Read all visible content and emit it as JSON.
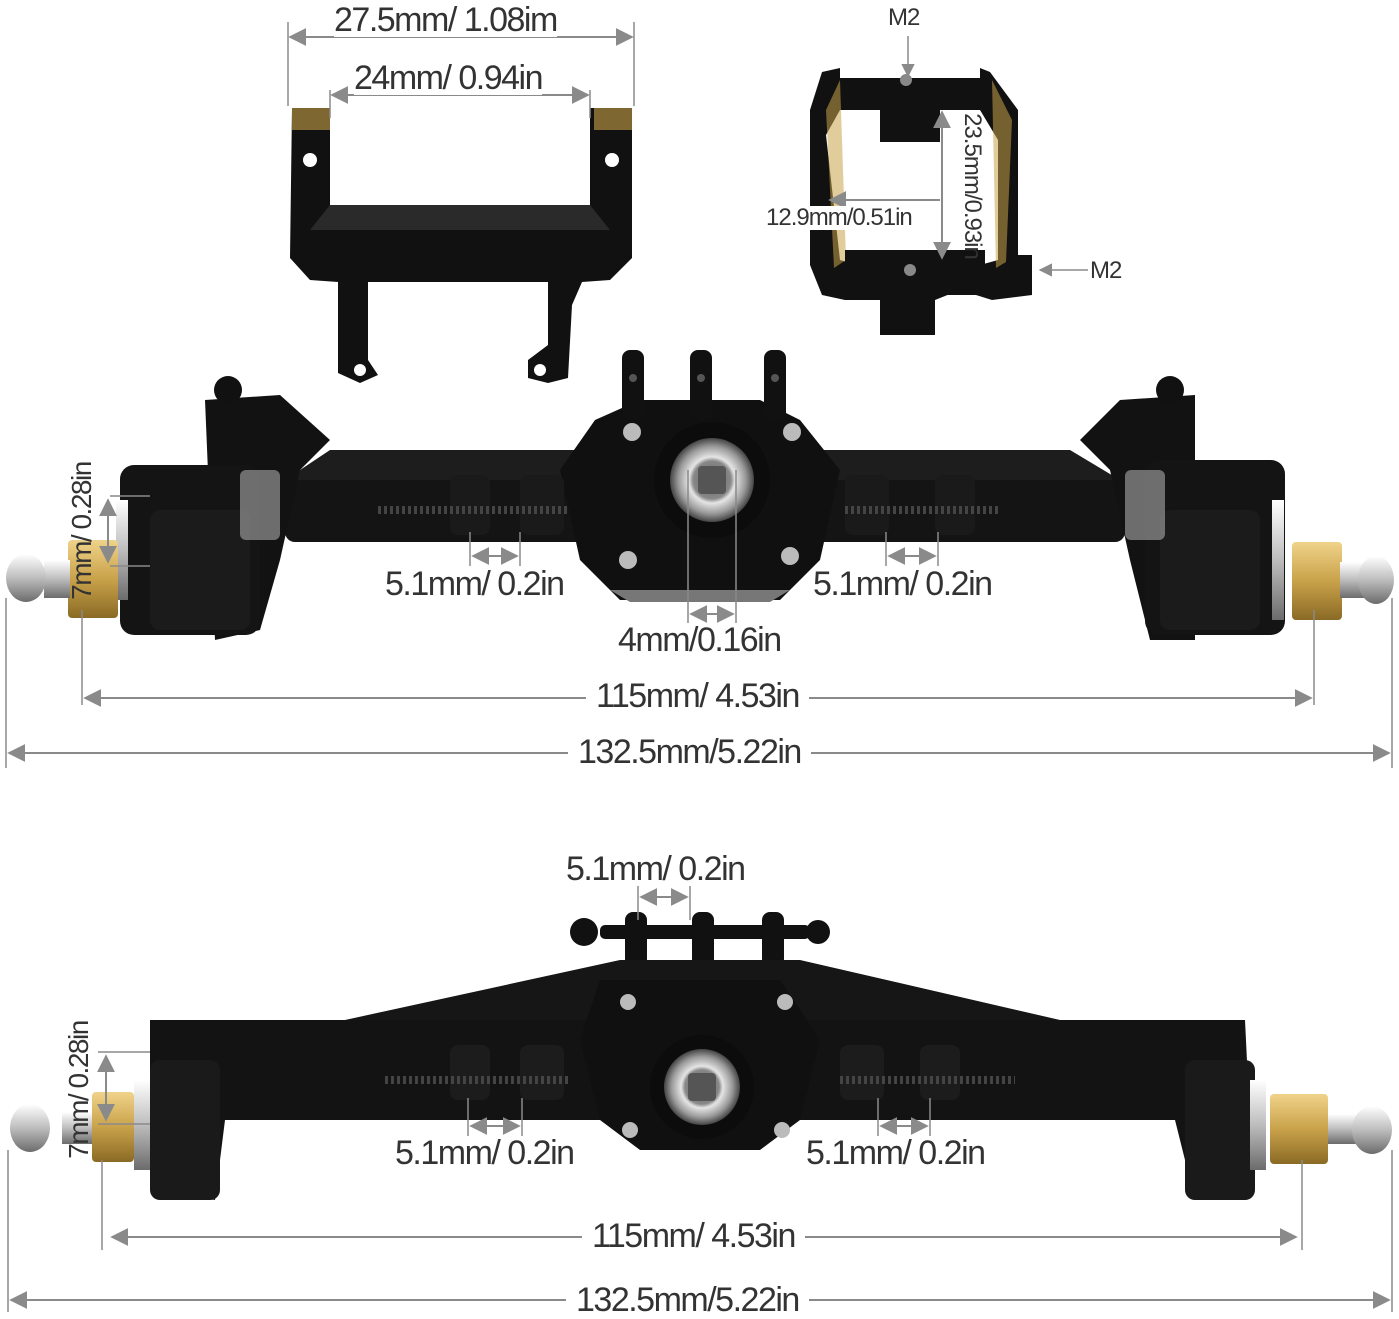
{
  "colors": {
    "metal": "#111111",
    "metal_edge": "#2c2c2c",
    "brass": "#c9a24a",
    "chrome": "#cfcfcf",
    "dim_line": "#8a8a8a",
    "text": "#333333"
  },
  "bracket": {
    "width_outer": "27.5mm/ 1.08im",
    "width_inner": "24mm/ 0.94in"
  },
  "link_mount": {
    "screw_top": "M2",
    "screw_side": "M2",
    "inner_width": "12.9mm/0.51in",
    "height": "23.5mm/0.93in"
  },
  "front_axle": {
    "hex_size": "7mm/ 0.28in",
    "left_slot": "5.1mm/ 0.2in",
    "right_slot": "5.1mm/ 0.2in",
    "pinion": "4mm/0.16in",
    "hub_width": "115mm/ 4.53in",
    "overall_width": "132.5mm/5.22in"
  },
  "rear_axle": {
    "top_slot": "5.1mm/ 0.2in",
    "hex_size": "7mm/ 0.28in",
    "left_slot": "5.1mm/ 0.2in",
    "right_slot": "5.1mm/ 0.2in",
    "hub_width": "115mm/ 4.53in",
    "overall_width": "132.5mm/5.22in"
  }
}
